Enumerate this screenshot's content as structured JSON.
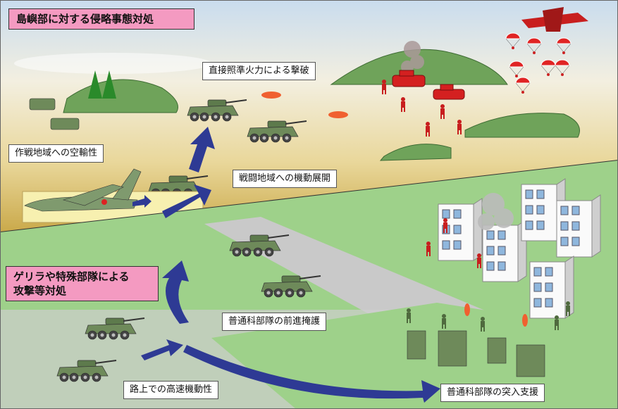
{
  "sections": {
    "island": {
      "title": "島嶼部に対する侵略事態対処",
      "labels": {
        "direct_fire": "直接照準火力による撃破",
        "airlift": "作戦地域への空輸性",
        "deployment": "戦闘地域への機動展開"
      }
    },
    "guerrilla": {
      "title_line1": "ゲリラや特殊部隊による",
      "title_line2": "攻撃等対処",
      "labels": {
        "cover": "普通科部隊の前進掩護",
        "road_mobility": "路上での高速機動性",
        "assault_support": "普通科部隊の突入支援"
      }
    }
  },
  "colors": {
    "title_box": "#f49ac1",
    "arrow": "#2e3a94",
    "enemy": "#d42020",
    "vehicle": "#6e8a5a"
  }
}
